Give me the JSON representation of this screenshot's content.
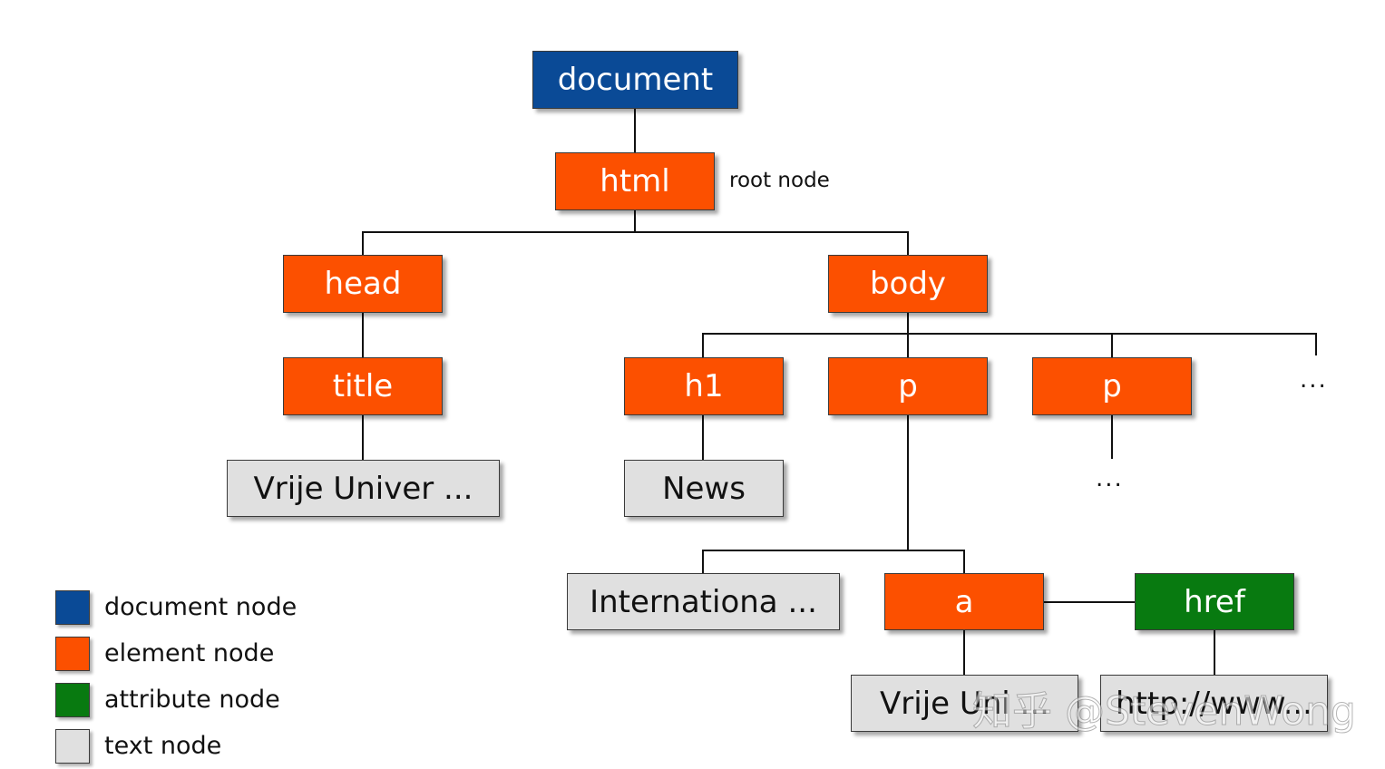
{
  "nodes": {
    "document": "document",
    "html": "html",
    "head": "head",
    "body": "body",
    "title": "title",
    "h1": "h1",
    "p1": "p",
    "p2": "p",
    "title_text": "Vrije Univer ...",
    "h1_text": "News",
    "p_text": "Internationa ...",
    "a": "a",
    "href": "href",
    "a_text": "Vrije Uni ...",
    "href_text": "http://www..."
  },
  "ellipsis": {
    "body_more": "...",
    "p2_more": "..."
  },
  "annotation": {
    "root": "root node"
  },
  "legend": [
    {
      "label": "document node",
      "color": "#0a4a96"
    },
    {
      "label": "element node",
      "color": "#fc5000"
    },
    {
      "label": "attribute node",
      "color": "#087a10"
    },
    {
      "label": "text node",
      "color": "#e0e0e0"
    }
  ],
  "watermark": "知乎 @StevenWong"
}
